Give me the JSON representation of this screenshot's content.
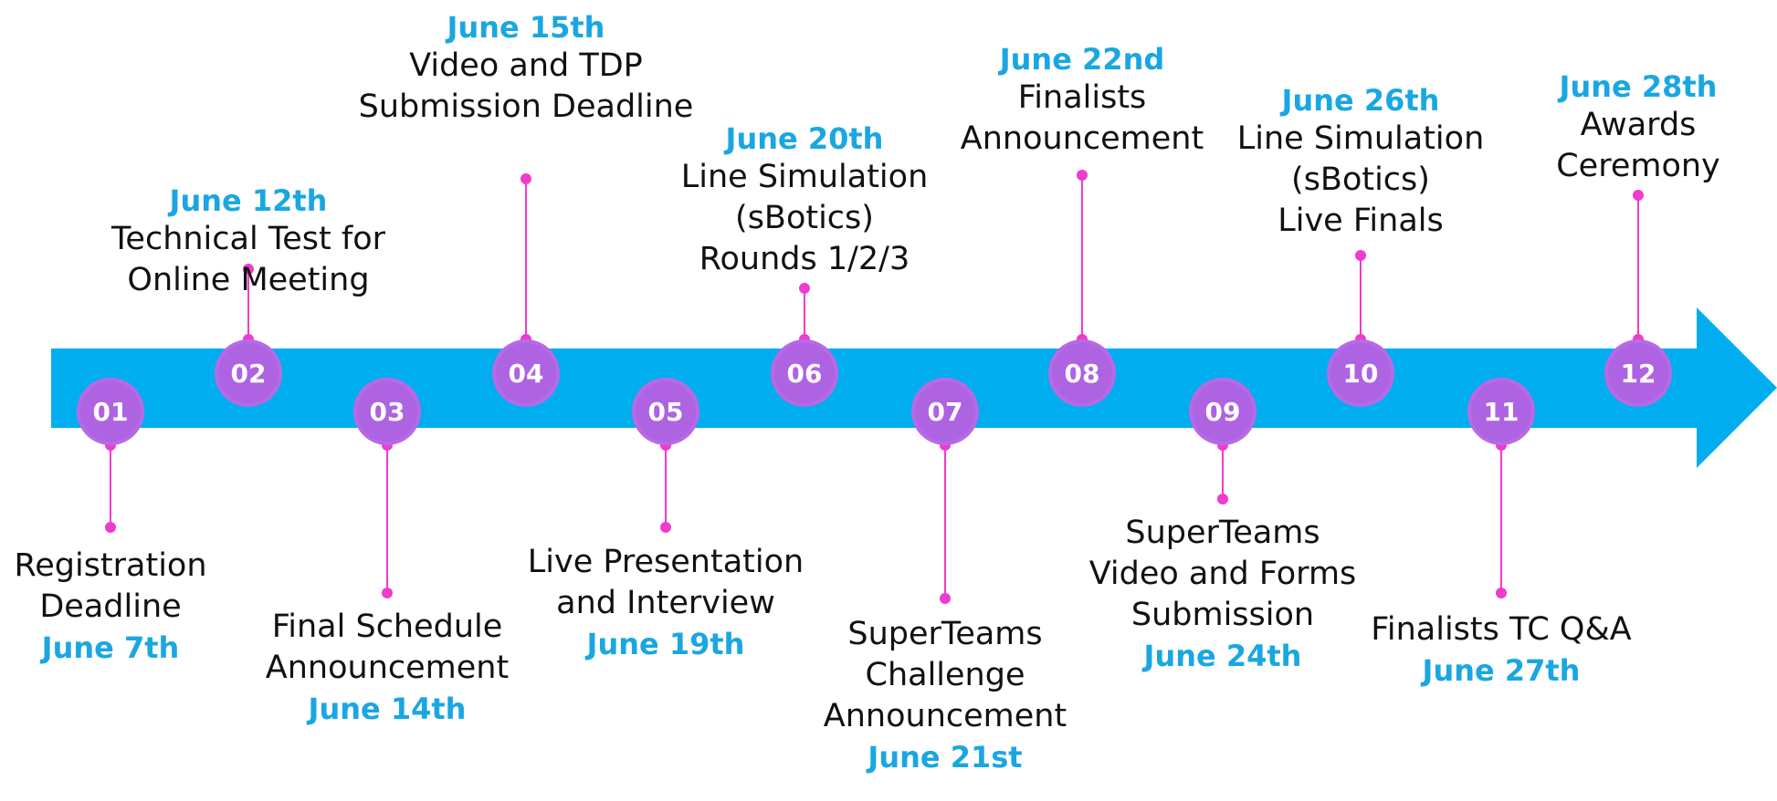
{
  "colors": {
    "arrow": "#00aeef",
    "node": "#b76ae6",
    "node_inner": "#9b55d9",
    "connector": "#f03bd0",
    "date": "#1aa7e1",
    "text": "#111111"
  },
  "milestones": [
    {
      "number": "01",
      "position": "below",
      "title_lines": [
        "Registration",
        "Deadline"
      ],
      "date": "June 7th"
    },
    {
      "number": "02",
      "position": "above",
      "title_lines": [
        "Technical Test for",
        "Online Meeting"
      ],
      "date": "June 12th"
    },
    {
      "number": "03",
      "position": "below",
      "title_lines": [
        "Final Schedule",
        "Announcement"
      ],
      "date": "June 14th"
    },
    {
      "number": "04",
      "position": "above",
      "title_lines": [
        "Video and TDP",
        "Submission Deadline"
      ],
      "date": "June 15th"
    },
    {
      "number": "05",
      "position": "below",
      "title_lines": [
        "Live Presentation",
        "and Interview"
      ],
      "date": "June 19th"
    },
    {
      "number": "06",
      "position": "above",
      "title_lines": [
        "Line Simulation",
        "(sBotics)",
        "Rounds 1/2/3"
      ],
      "date": "June 20th"
    },
    {
      "number": "07",
      "position": "below",
      "title_lines": [
        "SuperTeams",
        "Challenge",
        "Announcement"
      ],
      "date": "June 21st"
    },
    {
      "number": "08",
      "position": "above",
      "title_lines": [
        "Finalists",
        "Announcement"
      ],
      "date": "June 22nd"
    },
    {
      "number": "09",
      "position": "below",
      "title_lines": [
        "SuperTeams",
        "Video and Forms",
        "Submission"
      ],
      "date": "June 24th"
    },
    {
      "number": "10",
      "position": "above",
      "title_lines": [
        "Line Simulation",
        "(sBotics)",
        "Live Finals"
      ],
      "date": "June 26th"
    },
    {
      "number": "11",
      "position": "below",
      "title_lines": [
        "Finalists TC Q&A"
      ],
      "date": "June 27th"
    },
    {
      "number": "12",
      "position": "above",
      "title_lines": [
        "Awards",
        "Ceremony"
      ],
      "date": "June 28th"
    }
  ]
}
